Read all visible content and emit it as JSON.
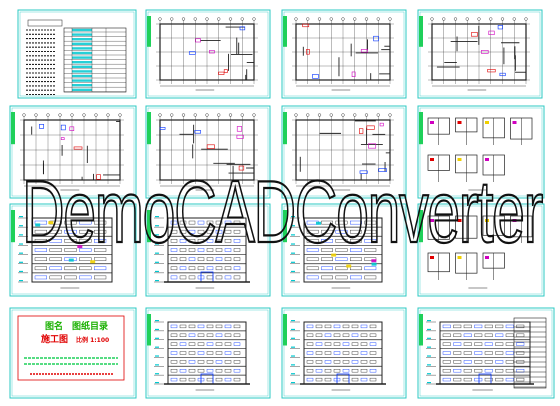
{
  "drawing_set": {
    "watermark_text": "DemoCADConverter",
    "colors": {
      "background": "#ffffff",
      "sheet_border": "#2bc9c3",
      "title_stripe": "#1fd05a",
      "lines": "#202020",
      "accent_red": "#e00000",
      "accent_magenta": "#d000c0",
      "accent_yellow": "#f0d000",
      "accent_blue": "#0030ff",
      "accent_cyan": "#00c8d0"
    },
    "cover": {
      "title_left": "图名",
      "title_right": "图纸目录",
      "subtitle_left": "施工图",
      "subtitle_right": "比例 1:100"
    },
    "sheets": [
      {
        "id": "index",
        "type": "index"
      },
      {
        "id": "plan-1",
        "type": "plan"
      },
      {
        "id": "plan-2",
        "type": "plan"
      },
      {
        "id": "plan-3",
        "type": "plan"
      },
      {
        "id": "plan-4",
        "type": "plan"
      },
      {
        "id": "plan-5",
        "type": "plan"
      },
      {
        "id": "plan-6",
        "type": "plan"
      },
      {
        "id": "details-1",
        "type": "details"
      },
      {
        "id": "section-1",
        "type": "section"
      },
      {
        "id": "elevation-1",
        "type": "elevation"
      },
      {
        "id": "section-2",
        "type": "section"
      },
      {
        "id": "details-2",
        "type": "details"
      },
      {
        "id": "cover",
        "type": "cover"
      },
      {
        "id": "elevation-2",
        "type": "elevation"
      },
      {
        "id": "elevation-3",
        "type": "elevation"
      },
      {
        "id": "elevation-4",
        "type": "elevation"
      }
    ]
  }
}
